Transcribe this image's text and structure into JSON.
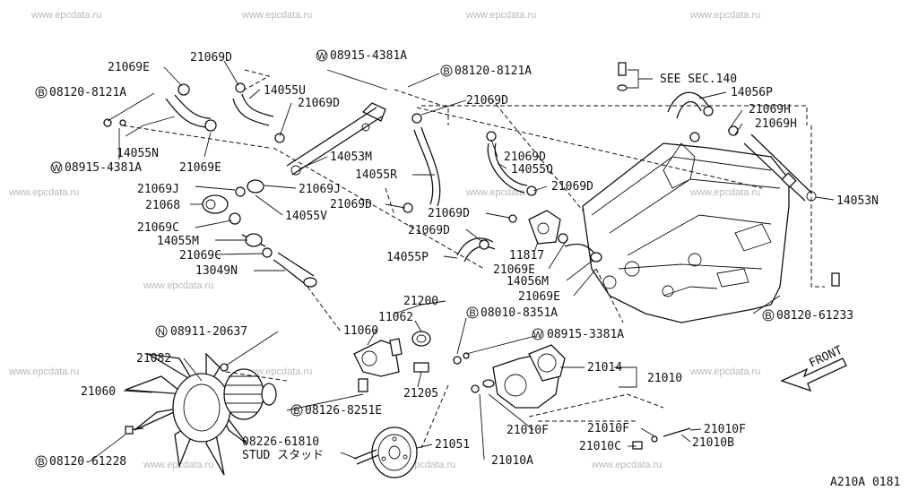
{
  "watermark": "www.epcdata.ru",
  "diagram_code": "A210A 0181",
  "front_label": "FRONT",
  "see_sec": "SEE SEC.140",
  "stud_label": "STUD スタッド",
  "labels": {
    "p21069E_top": "21069E",
    "p21069D_top": "21069D",
    "p14055U": "14055U",
    "p21069D_b": "21069D",
    "w08915_4381A_top": "08915-4381A",
    "b08120_8121A_top": "08120-8121A",
    "p21069D_c": "21069D",
    "p14056P": "14056P",
    "p21069H_a": "21069H",
    "p21069H_b": "21069H",
    "b08120_8121A_left": "08120-8121A",
    "p14055N": "14055N",
    "p21069E_b": "21069E",
    "w08915_4381A_left": "08915-4381A",
    "p14053M": "14053M",
    "p14055R": "14055R",
    "p21069D_d": "21069D",
    "p14055Q": "14055Q",
    "p21069D_e": "21069D",
    "p14053N": "14053N",
    "p21069J_a": "21069J",
    "p21069J_b": "21069J",
    "p21068": "21068",
    "p14055V": "14055V",
    "p21069D_f": "21069D",
    "p21069C_a": "21069C",
    "p21069D_g": "21069D",
    "p14055M": "14055M",
    "p21069D_h": "21069D",
    "p21069C_b": "21069C",
    "p11817": "11817",
    "p14055P": "14055P",
    "p13049N": "13049N",
    "p21069E_c": "21069E",
    "p14056M": "14056M",
    "p21069E_d": "21069E",
    "p21200": "21200",
    "b08010_8351A": "08010-8351A",
    "b08120_61233": "08120-61233",
    "n08911_20637": "08911-20637",
    "p11062": "11062",
    "p11060": "11060",
    "w08915_3381A": "08915-3381A",
    "p21082": "21082",
    "p21014": "21014",
    "p21010": "21010",
    "p21060": "21060",
    "p21205": "21205",
    "b08126_8251E": "08126-8251E",
    "p21010F_a": "21010F",
    "p21010F_b": "21010F",
    "p08226_61810": "08226-61810",
    "p21051": "21051",
    "p21010C": "21010C",
    "p21010B": "21010B",
    "b08120_61228": "08120-61228",
    "p21010A": "21010A"
  },
  "badges": {
    "W": "W",
    "B": "B",
    "N": "N"
  }
}
